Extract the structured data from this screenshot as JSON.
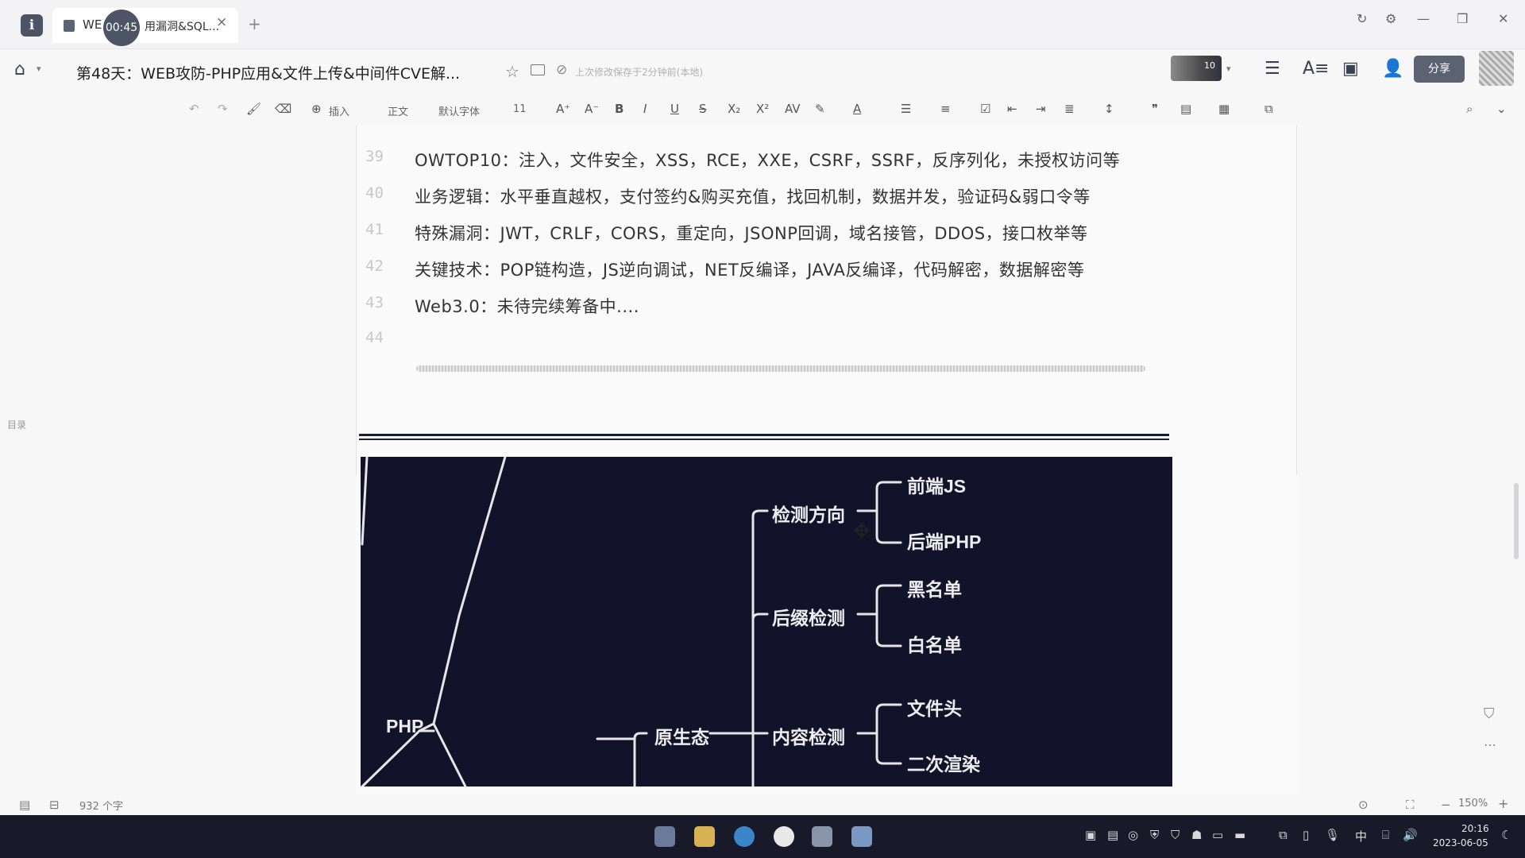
{
  "tab": {
    "prefix": "WE",
    "timer": "00:45",
    "label": "用漏洞&SQL...",
    "close": "×",
    "add": "+"
  },
  "title": {
    "doc_title": "第48天：WEB攻防-PHP应用&文件上传&中间件CVE解...",
    "save_status": "上次修改保存于2分钟前(本地)",
    "avatar_count": "10",
    "share_label": "分享"
  },
  "toolbar": {
    "insert_label": "插入",
    "style_label": "正文",
    "font_label": "默认字体",
    "size_label": "11"
  },
  "document": {
    "lines": [
      {
        "num": "39",
        "text": "OWTOP10：注入，文件安全，XSS，RCE，XXE，CSRF，SSRF，反序列化，未授权访问等"
      },
      {
        "num": "40",
        "text": "业务逻辑：水平垂直越权，支付签约&购买充值，找回机制，数据并发，验证码&弱口令等"
      },
      {
        "num": "41",
        "text": "特殊漏洞：JWT，CRLF，CORS，重定向，JSONP回调，域名接管，DDOS，接口枚举等"
      },
      {
        "num": "42",
        "text": "关键技术：POP链构造，JS逆向调试，NET反编译，JAVA反编译，代码解密，数据解密等"
      },
      {
        "num": "43",
        "text": "Web3.0：未待完续筹备中...."
      },
      {
        "num": "44",
        "text": ""
      }
    ]
  },
  "mindmap": {
    "root": "PHP",
    "native": "原生态",
    "detect_direction": "检测方向",
    "frontend_js": "前端JS",
    "backend_php": "后端PHP",
    "suffix_check": "后缀检测",
    "blacklist": "黑名单",
    "whitelist": "白名单",
    "content_check": "内容检测",
    "file_header": "文件头",
    "secondary_render": "二次渲染"
  },
  "outline": {
    "label": "目录"
  },
  "status": {
    "word_count": "932 个字",
    "zoom": "150%",
    "zoom_minus": "−",
    "zoom_plus": "+"
  },
  "taskbar": {
    "time": "20:16",
    "date": "2023-06-05",
    "ime": "中"
  },
  "colors": {
    "mindmap_bg": "#12122b",
    "mindmap_line": "#e6e6e6",
    "share_button": "#5b6373",
    "taskbar": "#181a2a"
  }
}
